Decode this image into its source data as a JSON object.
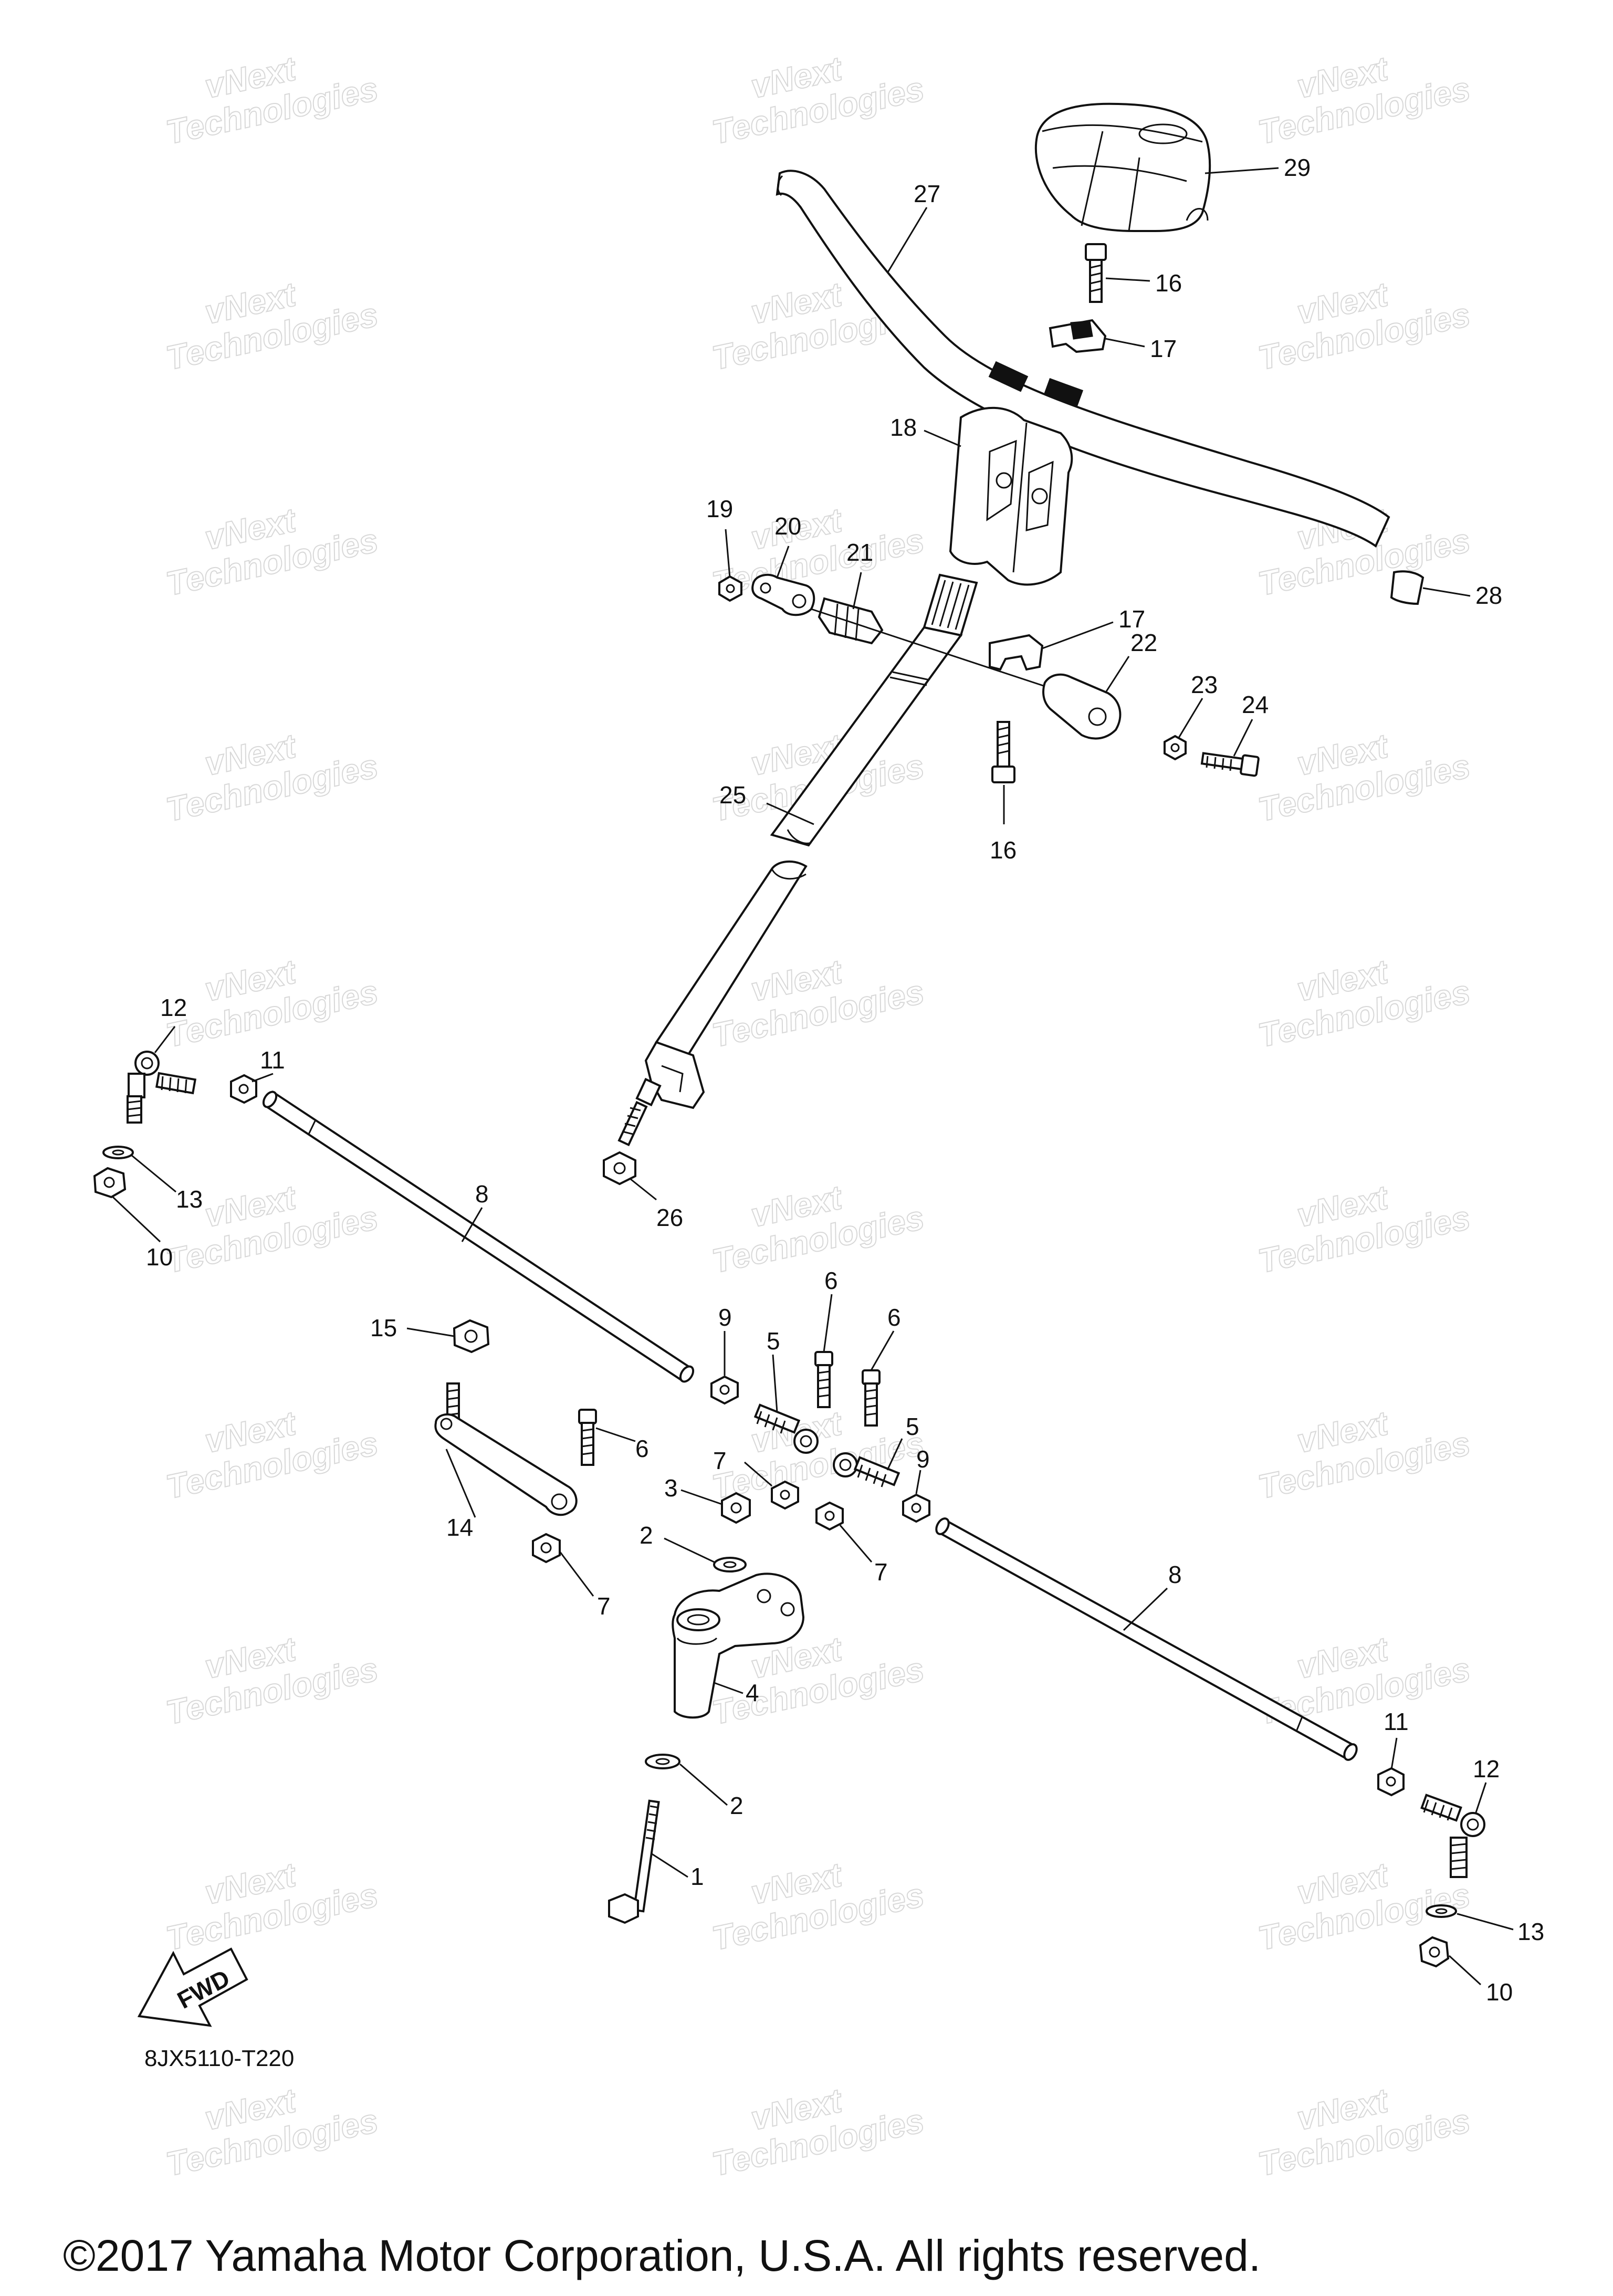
{
  "watermark": {
    "line1": "vNext",
    "line2": "Technologies"
  },
  "diagram_code": "8JX5110-T220",
  "fwd_label": "FWD",
  "copyright": "©2017 Yamaha Motor Corporation, U.S.A. All rights reserved.",
  "callouts": {
    "c1": "1",
    "c2a": "2",
    "c2b": "2",
    "c3": "3",
    "c4": "4",
    "c5a": "5",
    "c5b": "5",
    "c6a": "6",
    "c6b": "6",
    "c6c": "6",
    "c7a": "7",
    "c7b": "7",
    "c7c": "7",
    "c8a": "8",
    "c8b": "8",
    "c9a": "9",
    "c9b": "9",
    "c10a": "10",
    "c10b": "10",
    "c11a": "11",
    "c11b": "11",
    "c12a": "12",
    "c12b": "12",
    "c13a": "13",
    "c13b": "13",
    "c14": "14",
    "c15": "15",
    "c16a": "16",
    "c16b": "16",
    "c17a": "17",
    "c17b": "17",
    "c18": "18",
    "c19": "19",
    "c20": "20",
    "c21": "21",
    "c22": "22",
    "c23": "23",
    "c24": "24",
    "c25": "25",
    "c26": "26",
    "c27": "27",
    "c28": "28",
    "c29": "29"
  }
}
